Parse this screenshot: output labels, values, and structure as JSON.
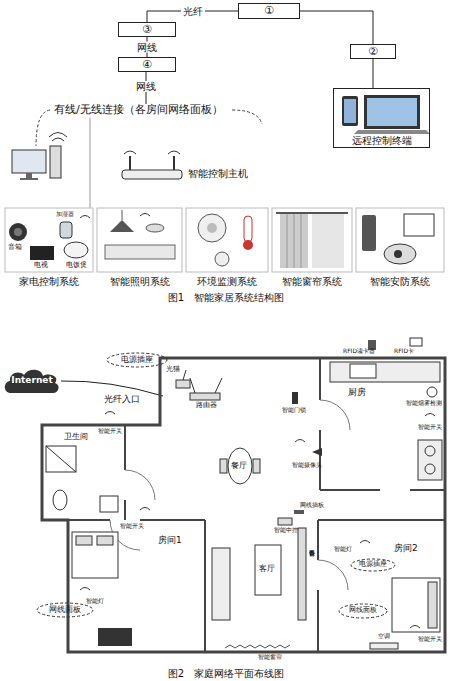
{
  "diagram": {
    "nodes": [
      {
        "text": [
          "①"
        ]
      },
      {
        "text": [
          "③"
        ]
      },
      {
        "text": [
          "②"
        ]
      },
      {
        "text": [
          "④"
        ]
      },
      {
        "text": [
          "远程控制终端"
        ]
      },
      {
        "text": [
          "家电控制系统"
        ]
      },
      {
        "text": [
          "智能照明系统"
        ]
      },
      {
        "text": [
          "环境监测系统"
        ]
      },
      {
        "text": [
          "智能窗帘系统"
        ]
      },
      {
        "text": [
          "智能安防系统"
        ]
      },
      {
        "text": [
          "Internet"
        ]
      },
      {
        "text": [
          "电源插座"
        ]
      },
      {
        "text": [
          "卫生间"
        ]
      },
      {
        "text": [
          "厨房"
        ]
      },
      {
        "text": [
          "房间1"
        ]
      },
      {
        "text": [
          "房间2"
        ]
      },
      {
        "text": [
          "电源插座"
        ],
        "in": 15
      },
      {
        "text": [
          "网线面板"
        ]
      },
      {
        "text": [
          "网线面板"
        ],
        "in": 15
      }
    ],
    "edges": [
      {
        "from": 0,
        "to": 1,
        "label": "光纤",
        "arrow": "none"
      },
      {
        "from": 1,
        "to": 3,
        "label": "网线",
        "arrow": "none"
      },
      {
        "from": 0,
        "to": 2,
        "arrow": "none"
      },
      {
        "from": 2,
        "to": 4,
        "arrow": "none"
      }
    ],
    "labels": [
      "网线",
      "有线/无线连接（各房间网络面板）",
      "智能控制主机",
      "音箱",
      "加湿器",
      "电视",
      "电饭煲",
      "图1　智能家居系统结构图",
      "光纤入口",
      "光猫",
      "路由器",
      "智能门锁",
      "RFID读卡器",
      "RFID卡",
      "智能烟雾检测",
      "智能开关",
      "智能开关",
      "餐厅",
      "智能摄像头",
      "网线插板",
      "智能中控",
      "智能开关",
      "智能灯",
      "客厅",
      "影音设备",
      "智能灯",
      "空调",
      "智能开关",
      "智能窗帘",
      "图2　家庭网络平面布线图"
    ]
  }
}
